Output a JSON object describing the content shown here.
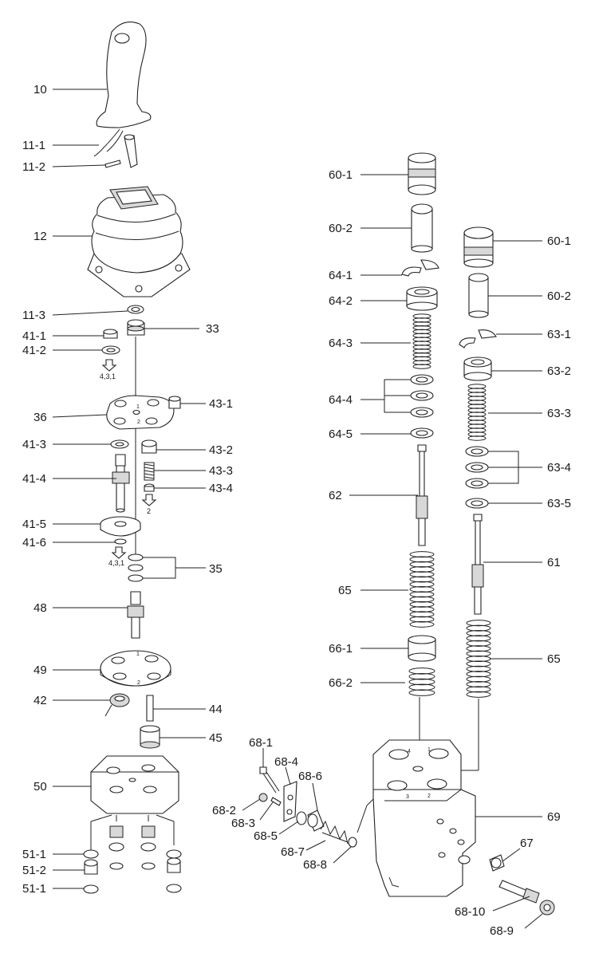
{
  "labels": {
    "p10": "10",
    "p11_1": "11-1",
    "p11_2": "11-2",
    "p12": "12",
    "p11_3": "11-3",
    "p33": "33",
    "p41_1": "41-1",
    "p41_2": "41-2",
    "p36": "36",
    "p43_1": "43-1",
    "p41_3": "41-3",
    "p43_2": "43-2",
    "p43_3": "43-3",
    "p41_4": "41-4",
    "p43_4": "43-4",
    "p41_5": "41-5",
    "p41_6": "41-6",
    "p35": "35",
    "p48": "48",
    "p49": "49",
    "p42": "42",
    "p44": "44",
    "p45": "45",
    "p50": "50",
    "p51_1a": "51-1",
    "p51_2": "51-2",
    "p51_1b": "51-1",
    "p60_1a": "60-1",
    "p60_2a": "60-2",
    "p64_1": "64-1",
    "p64_2": "64-2",
    "p64_3": "64-3",
    "p64_4": "64-4",
    "p64_5": "64-5",
    "p62": "62",
    "p65a": "65",
    "p66_1": "66-1",
    "p66_2": "66-2",
    "p60_1b": "60-1",
    "p60_2b": "60-2",
    "p63_1": "63-1",
    "p63_2": "63-2",
    "p63_3": "63-3",
    "p63_4": "63-4",
    "p63_5": "63-5",
    "p61": "61",
    "p65b": "65",
    "p69": "69",
    "p67": "67",
    "p68_1": "68-1",
    "p68_4": "68-4",
    "p68_6": "68-6",
    "p68_2": "68-2",
    "p68_3": "68-3",
    "p68_5": "68-5",
    "p68_7": "68-7",
    "p68_8": "68-8",
    "p68_10": "68-10",
    "p68_9": "68-9"
  },
  "arrow_notes": {
    "a1": "4,3,1",
    "a2": "2",
    "a3": "4,3,1"
  },
  "port_numbers": {
    "plate36": [
      "1",
      "2"
    ],
    "plate49": [
      "1",
      "2"
    ],
    "body69": [
      "4",
      "1",
      "3",
      "2"
    ]
  }
}
